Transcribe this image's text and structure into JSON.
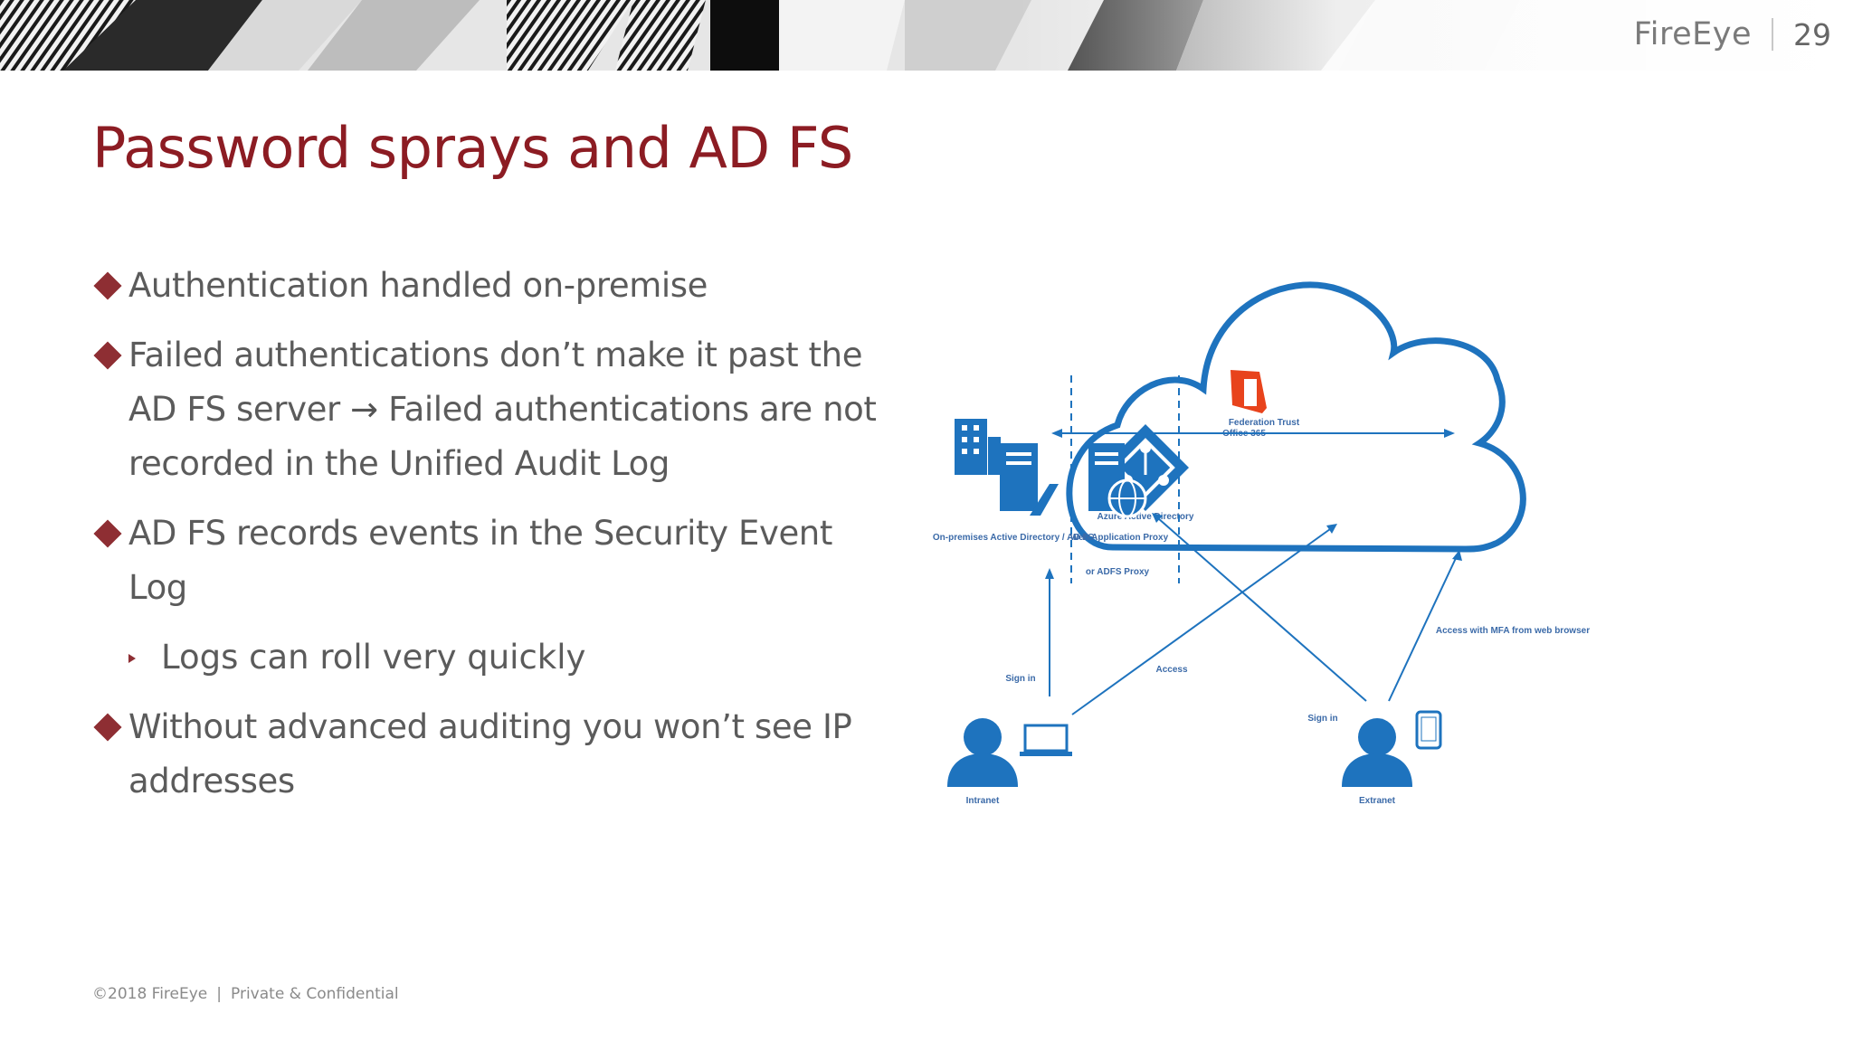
{
  "header": {
    "brand": "FireEye",
    "page_number": "29"
  },
  "slide": {
    "title": "Password sprays and AD FS",
    "bullets": [
      {
        "level": 1,
        "text": "Authentication handled on-premise"
      },
      {
        "level": 1,
        "text_before_arrow": "Failed authentications don’t make it past the AD FS server",
        "arrow": "→",
        "text_after_arrow": "Failed authentications are not recorded in the Unified Audit Log"
      },
      {
        "level": 1,
        "text": "AD FS records events in the Security Event Log"
      },
      {
        "level": 2,
        "text": "Logs can roll very quickly"
      },
      {
        "level": 1,
        "text": "Without advanced auditing you won’t see IP addresses"
      }
    ]
  },
  "diagram": {
    "labels": {
      "federation_trust": "Federation Trust",
      "office365": "Office 365",
      "azure_ad": "Azure Active Directory",
      "onprem_ad": "On-premises Active Directory / AD FS",
      "wap": "Web Application Proxy",
      "adfs_proxy": "or ADFS Proxy",
      "sign_in_left": "Sign in",
      "access_mid": "Access",
      "sign_in_right": "Sign in",
      "access_mfa": "Access with MFA from web browser",
      "intranet": "Intranet",
      "extranet": "Extranet"
    },
    "colors": {
      "primary": "#1e73be",
      "office": "#e8431c"
    }
  },
  "footer": {
    "copyright": "©2018 FireEye",
    "separator": "|",
    "confidential": "Private & Confidential"
  }
}
